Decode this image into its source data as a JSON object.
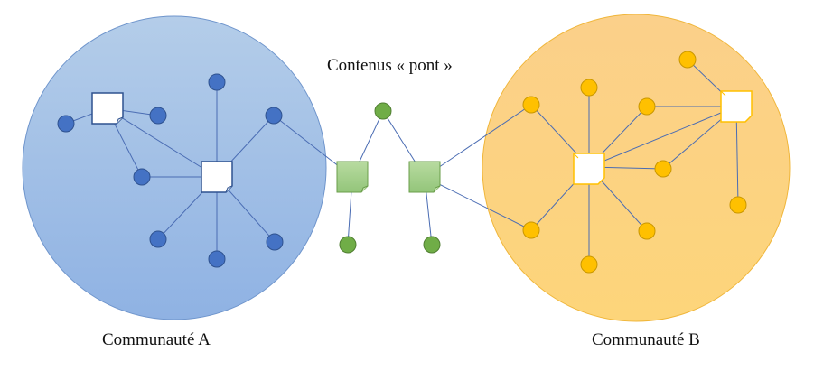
{
  "labels": {
    "community_a": "Communauté A",
    "community_b": "Communauté B",
    "bridge": "Contenus « pont »"
  },
  "colors": {
    "community_a_fill": "#9dbde6",
    "community_a_node": "#4472c4",
    "community_b_fill": "#fbd68a",
    "community_b_node": "#ffc000",
    "bridge_node": "#70ad47",
    "bridge_doc": "#a9d18e",
    "edge": "#4a6cb3"
  },
  "icons": [
    "user-node",
    "content-document-icon"
  ]
}
